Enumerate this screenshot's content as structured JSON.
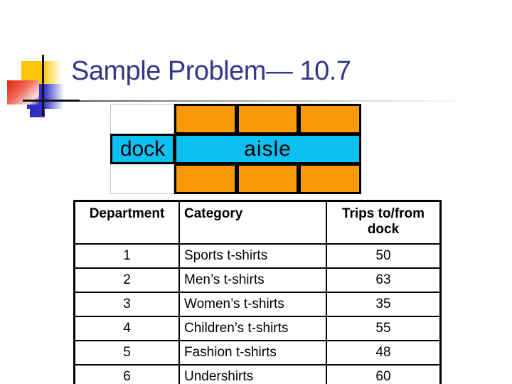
{
  "slide": {
    "title": "Sample Problem— 10.7"
  },
  "colors": {
    "title_text": "#363689",
    "block_orange": "#fa9906",
    "dock_aisle_cyan": "#0dc0f2",
    "table_border": "#000000",
    "decoration_yellow": "#ffc60b",
    "decoration_red": "#e6200c",
    "decoration_blue": "#2f2fc4"
  },
  "diagram": {
    "dock_label": "dock",
    "aisle_label": "aisle"
  },
  "table": {
    "headers": {
      "department": "Department",
      "category": "Category",
      "trips": "Trips to/from dock"
    },
    "rows": [
      {
        "department": "1",
        "category": "Sports t-shirts",
        "trips": "50"
      },
      {
        "department": "2",
        "category": "Men’s t-shirts",
        "trips": "63"
      },
      {
        "department": "3",
        "category": "Women’s t-shirts",
        "trips": "35"
      },
      {
        "department": "4",
        "category": "Children’s t-shirts",
        "trips": "55"
      },
      {
        "department": "5",
        "category": "Fashion t-shirts",
        "trips": "48"
      },
      {
        "department": "6",
        "category": "Undershirts",
        "trips": "60"
      }
    ]
  }
}
